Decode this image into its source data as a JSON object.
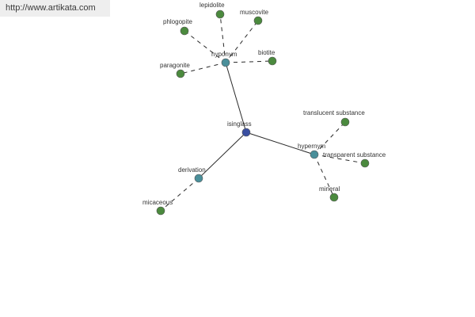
{
  "banner": {
    "url": "http://www.artikata.com"
  },
  "colors": {
    "root": "#394fa1",
    "relation": "#4a8f9a",
    "leaf": "#4b8a3e",
    "edge": "#2a2a2a"
  },
  "nodes": {
    "isinglass": {
      "label": "isinglass",
      "kind": "root"
    },
    "hyponym": {
      "label": "hyponym",
      "kind": "relation"
    },
    "hypernym": {
      "label": "hypernym",
      "kind": "relation"
    },
    "derivation": {
      "label": "derivation",
      "kind": "relation"
    },
    "phlogopite": {
      "label": "phlogopite",
      "kind": "leaf"
    },
    "lepidolite": {
      "label": "lepidolite",
      "kind": "leaf"
    },
    "muscovite": {
      "label": "muscovite",
      "kind": "leaf"
    },
    "biotite": {
      "label": "biotite",
      "kind": "leaf"
    },
    "paragonite": {
      "label": "paragonite",
      "kind": "leaf"
    },
    "translucent": {
      "label": "translucent substance",
      "kind": "leaf"
    },
    "transparent": {
      "label": "transparent substance",
      "kind": "leaf"
    },
    "mineral": {
      "label": "mineral",
      "kind": "leaf"
    },
    "micaceous": {
      "label": "micaceous",
      "kind": "leaf"
    }
  },
  "edges": [
    {
      "from": "isinglass",
      "to": "hyponym",
      "style": "solid"
    },
    {
      "from": "isinglass",
      "to": "hypernym",
      "style": "solid"
    },
    {
      "from": "isinglass",
      "to": "derivation",
      "style": "solid"
    },
    {
      "from": "hyponym",
      "to": "phlogopite",
      "style": "dashed"
    },
    {
      "from": "hyponym",
      "to": "lepidolite",
      "style": "dashed"
    },
    {
      "from": "hyponym",
      "to": "muscovite",
      "style": "dashed"
    },
    {
      "from": "hyponym",
      "to": "biotite",
      "style": "dashed"
    },
    {
      "from": "hyponym",
      "to": "paragonite",
      "style": "dashed"
    },
    {
      "from": "hypernym",
      "to": "translucent",
      "style": "dashed"
    },
    {
      "from": "hypernym",
      "to": "transparent",
      "style": "dashed"
    },
    {
      "from": "hypernym",
      "to": "mineral",
      "style": "dashed"
    },
    {
      "from": "derivation",
      "to": "micaceous",
      "style": "dashed"
    }
  ]
}
